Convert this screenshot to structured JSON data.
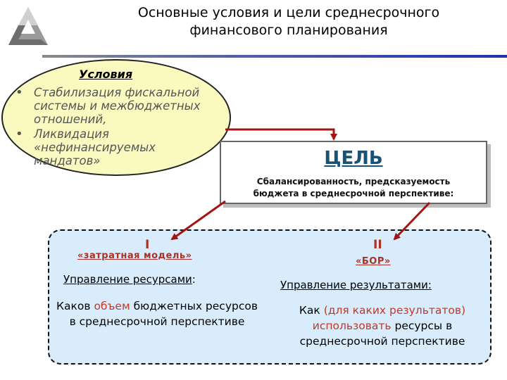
{
  "title": {
    "line1": "Основные условия и цели среднесрочного",
    "line2": "финансового планирования"
  },
  "conditions": {
    "heading": "Условия",
    "items": [
      "Стабилизация фискальной системы и межбюджетных отношений,",
      "Ликвидация «нефинансируемых мандатов»"
    ]
  },
  "goal": {
    "heading": "ЦЕЛЬ",
    "line1": "Сбалансированность, предсказуемость",
    "line2": "бюджета в среднесрочной перспективе:"
  },
  "approaches": [
    {
      "number": "I",
      "model": "«затратная модель»",
      "heading": "Управление ресурсами",
      "heading_suffix": ":",
      "body_pre": "Каков ",
      "body_highlight": "объем",
      "body_post": " бюджетных ресурсов в среднесрочной перспективе"
    },
    {
      "number": "II",
      "model": "«БОР»",
      "heading": "Управление результатами:",
      "body_pre": "Как ",
      "body_highlight": "(для каких результатов) использовать",
      "body_post": " ресурсы в среднесрочной перспективе"
    }
  ],
  "colors": {
    "accent_red": "#a93226",
    "goal_blue": "#1a5276",
    "ellipse_fill": "#fafac0",
    "box_fill": "#d8ecfb"
  }
}
